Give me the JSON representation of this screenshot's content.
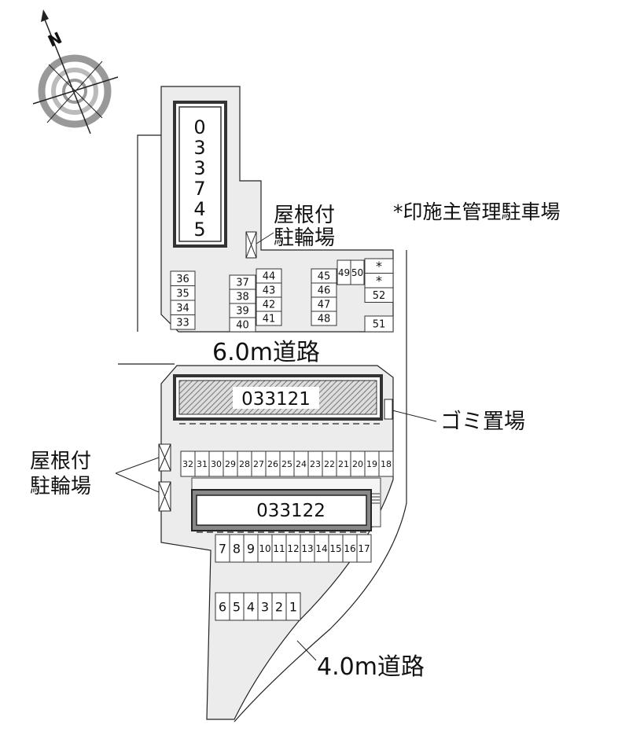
{
  "north_label": "N",
  "buildings": {
    "b1": "033745",
    "b2": "033121",
    "b3": "033122"
  },
  "labels": {
    "roofed_bike_top_1": "屋根付",
    "roofed_bike_top_2": "駐輪場",
    "owner_parking_note": "*印施主管理駐車場",
    "road_6m": "6.0m道路",
    "garbage": "ゴミ置場",
    "roofed_bike_left_1": "屋根付",
    "roofed_bike_left_2": "駐輪場",
    "road_4m": "4.0m道路"
  },
  "parking": {
    "col_a": [
      "36",
      "35",
      "34",
      "33"
    ],
    "col_b": [
      "37",
      "38",
      "39",
      "40"
    ],
    "col_c": [
      "44",
      "43",
      "42",
      "41"
    ],
    "col_d": [
      "45",
      "46",
      "47",
      "48"
    ],
    "pair": [
      "49",
      "50"
    ],
    "col_e": [
      "*",
      "*",
      "52"
    ],
    "single": [
      "51"
    ],
    "row_mid": [
      "32",
      "31",
      "30",
      "29",
      "28",
      "27",
      "26",
      "25",
      "24",
      "23",
      "22",
      "21",
      "20",
      "19",
      "18"
    ],
    "row_low": [
      "7",
      "8",
      "9",
      "10",
      "11",
      "12",
      "13",
      "14",
      "15",
      "16",
      "17"
    ],
    "row_bottom": [
      "6",
      "5",
      "4",
      "3",
      "2",
      "1"
    ]
  },
  "colors": {
    "lot": "#ececec",
    "line": "#222222",
    "building_border": "#333333",
    "hatch": "#888888"
  }
}
